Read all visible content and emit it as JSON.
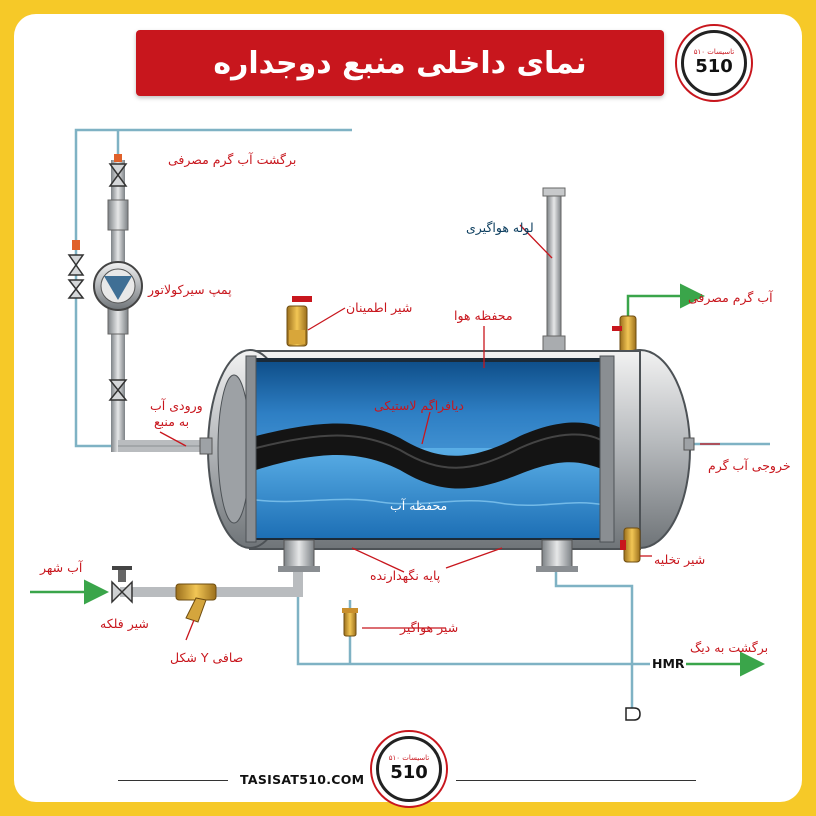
{
  "title": "نمای داخلی منبع دوجداره",
  "logo": {
    "number": "510",
    "caption": "تاسیسات ۵۱۰"
  },
  "footer": {
    "website": "TASISAT510.COM"
  },
  "labels": {
    "hot_water_return": "برگشت آب گرم مصرفی",
    "air_vent_pipe": "لوله هواگیری",
    "circulator_pump": "پمپ سیرکولاتور",
    "safety_valve": "شیر اطمینان",
    "air_chamber": "محفظه هوا",
    "hot_water_consumption": "آب گرم مصرفی",
    "inlet_line1": "ورودی آب",
    "inlet_line2": "به منبع",
    "rubber_diaphragm": "دیافراگم لاستیکی",
    "hot_water_outlet": "خروجی آب گرم",
    "water_chamber": "محفظه آب",
    "drain_valve": "شیر تخلیه",
    "city_water": "آب شهر",
    "support_legs": "پایه نگهدارنده",
    "gate_valve": "شیر فلکه",
    "air_vent_valve": "شیر هواگیر",
    "return_to_boiler": "برگشت به دیگ",
    "y_strainer": "صافی Y شکل",
    "hmr": "HMR"
  },
  "colors": {
    "brand_red": "#c8161d",
    "frame_yellow": "#f6c928",
    "pipe_line": "#7fb2c4",
    "arrow_green": "#3aa54a",
    "water": "#3d93d6"
  }
}
